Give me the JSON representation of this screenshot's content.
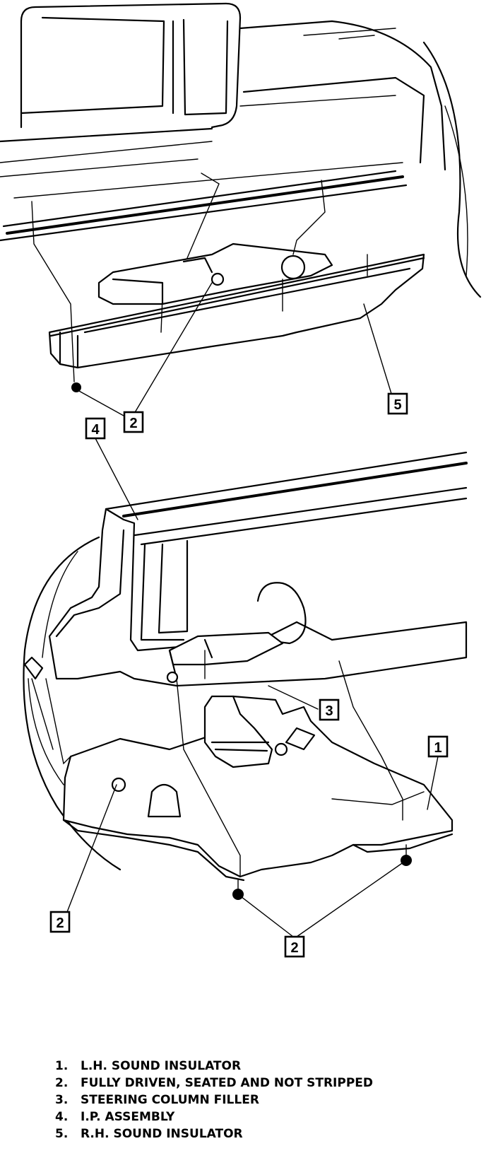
{
  "callouts": {
    "top_2": "2",
    "top_5": "5",
    "bottom_4": "4",
    "bottom_3": "3",
    "bottom_1": "1",
    "bottom_2_left": "2",
    "bottom_2_right": "2"
  },
  "legend": [
    {
      "number": "1.",
      "text": "L.H. SOUND INSULATOR"
    },
    {
      "number": "2.",
      "text": "FULLY DRIVEN, SEATED AND NOT STRIPPED"
    },
    {
      "number": "3.",
      "text": "STEERING COLUMN FILLER"
    },
    {
      "number": "4.",
      "text": "I.P. ASSEMBLY"
    },
    {
      "number": "5.",
      "text": "R.H. SOUND INSULATOR"
    }
  ]
}
